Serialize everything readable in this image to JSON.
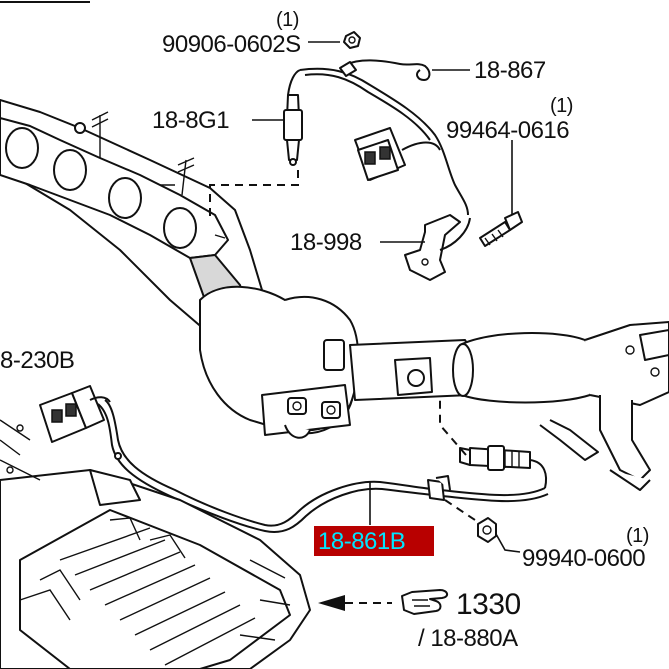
{
  "labels": {
    "p_90906": "90906-0602S",
    "p_90906_qty": "(1)",
    "p_18_867": "18-867",
    "p_18_8g1": "18-8G1",
    "p_99464": "99464-0616",
    "p_99464_qty": "(1)",
    "p_18_998": "18-998",
    "p_18_230b": "8-230B",
    "p_18_861b": "18-861B",
    "p_99940": "99940-0600",
    "p_99940_qty": "(1)",
    "p_1330": "1330",
    "p_18_880a": "/ 18-880A"
  },
  "colors": {
    "highlight_bg": "#b80000",
    "highlight_text": "#00e5ff",
    "ink": "#111111"
  },
  "icons": {
    "ref_arrow": "pointing-hand-icon"
  }
}
